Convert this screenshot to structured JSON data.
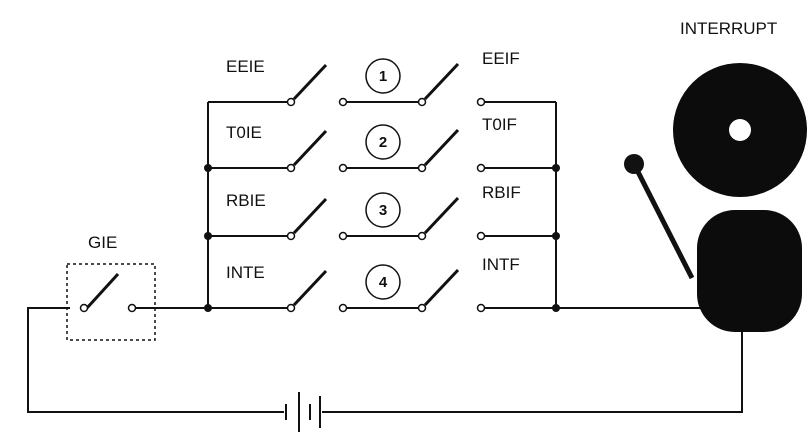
{
  "diagram": {
    "title": "INTERRUPT",
    "global_switch": {
      "label": "GIE"
    },
    "rows": [
      {
        "enable_label": "EEIE",
        "number": "1",
        "flag_label": "EEIF"
      },
      {
        "enable_label": "T0IE",
        "number": "2",
        "flag_label": "T0IF"
      },
      {
        "enable_label": "RBIE",
        "number": "3",
        "flag_label": "RBIF"
      },
      {
        "enable_label": "INTE",
        "number": "4",
        "flag_label": "INTF"
      }
    ],
    "colors": {
      "ink": "#111111",
      "background": "#ffffff"
    }
  }
}
